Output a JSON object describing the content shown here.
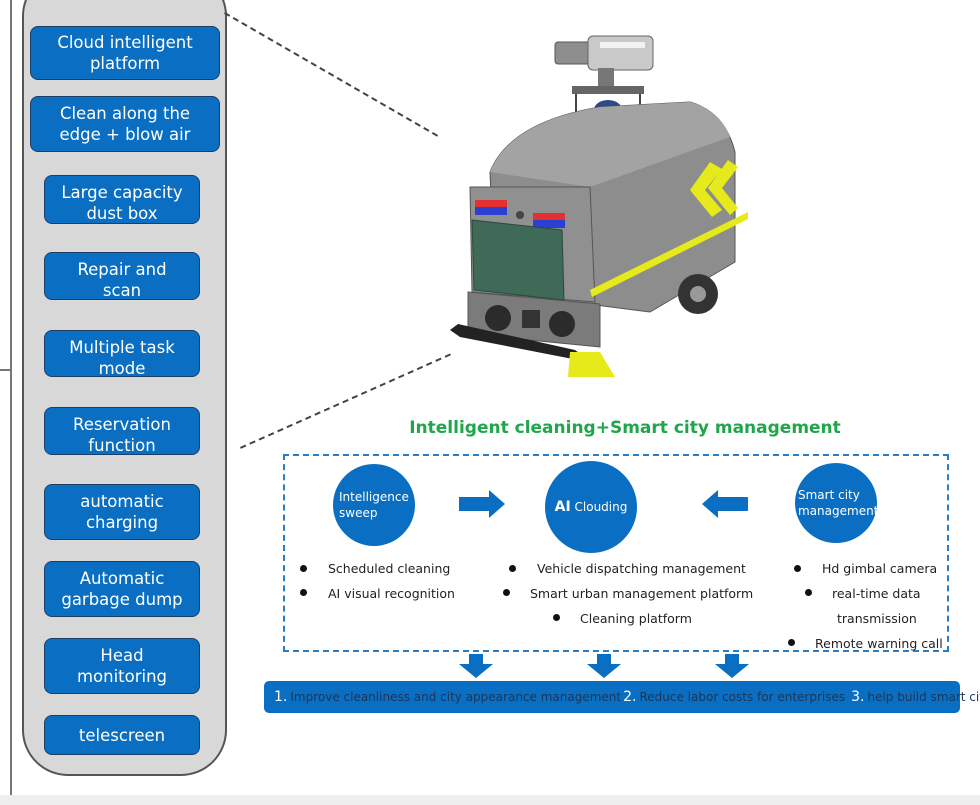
{
  "features": [
    {
      "label": "Cloud intelligent platform"
    },
    {
      "label": "Clean along the edge + blow air"
    },
    {
      "label": "Large capacity dust box"
    },
    {
      "label": "Repair and scan"
    },
    {
      "label": "Multiple task mode"
    },
    {
      "label": "Reservation function"
    },
    {
      "label": "automatic charging"
    },
    {
      "label": "Automatic garbage dump"
    },
    {
      "label": "Head monitoring"
    },
    {
      "label": "telescreen"
    }
  ],
  "diagram": {
    "title": "Intelligent cleaning+Smart city management",
    "nodes": {
      "left": {
        "label": "Intelligence sweep"
      },
      "center": {
        "label_bold": "AI",
        "label": "Clouding"
      },
      "right": {
        "label": "Smart city management"
      }
    },
    "bullets": {
      "left": [
        "Scheduled cleaning",
        "AI visual recognition"
      ],
      "center": [
        "Vehicle dispatching management",
        "Smart urban management platform",
        "Cleaning platform"
      ],
      "right": [
        "Hd gimbal camera",
        "real-time data",
        "transmission",
        "Remote warning call"
      ]
    },
    "outcomes": [
      {
        "num": "1.",
        "text": "Improve cleanliness and city appearance management"
      },
      {
        "num": "2.",
        "text": "Reduce labor costs for enterprises"
      },
      {
        "num": "3.",
        "text": "help build smart cities"
      }
    ]
  },
  "colors": {
    "primary_blue": "#0a6fc2",
    "title_green": "#1fa64a",
    "accent_yellow": "#e6ea1a"
  }
}
